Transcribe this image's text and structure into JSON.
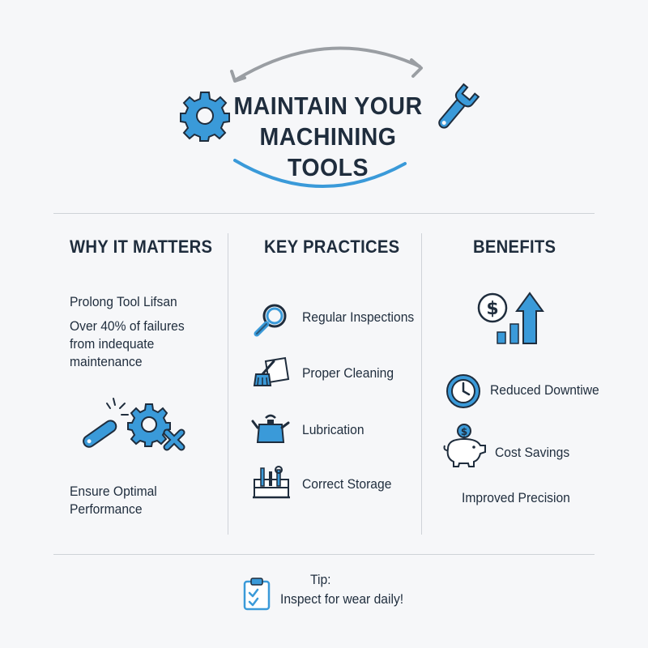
{
  "header": {
    "title_line1": "MAINTAIN YOUR",
    "title_line2": "MACHINING TOOLS"
  },
  "columns": [
    {
      "title": "WHY IT MATTERS",
      "items": [
        "Prolong Tool Lifsan",
        "Over 40% of failures",
        "from indequate",
        "maintenance"
      ],
      "footer_line1": "Ensure Optimal",
      "footer_line2": "Performance"
    },
    {
      "title": "KEY PRACTICES",
      "items": [
        {
          "icon": "magnifier-icon",
          "label": "Regular Inspections"
        },
        {
          "icon": "brush-cleaning-icon",
          "label": "Proper Cleaning"
        },
        {
          "icon": "oil-can-icon",
          "label": "Lubrication"
        },
        {
          "icon": "toolbox-icon",
          "label": "Correct Storage"
        }
      ]
    },
    {
      "title": "BENEFITS",
      "items": [
        {
          "icon": "clock-icon",
          "label": "Reduced Downtiwe"
        },
        {
          "icon": "piggy-bank-icon",
          "label": "Cost Savings"
        },
        {
          "icon": "",
          "label": "Improved Precision"
        }
      ]
    }
  ],
  "tip": {
    "label": "Tip:",
    "text": "Inspect for wear daily!"
  },
  "colors": {
    "accent": "#3a9ad9",
    "dark": "#1f2d3d",
    "divider": "#cfd3d8",
    "arrow": "#9a9ea3"
  }
}
